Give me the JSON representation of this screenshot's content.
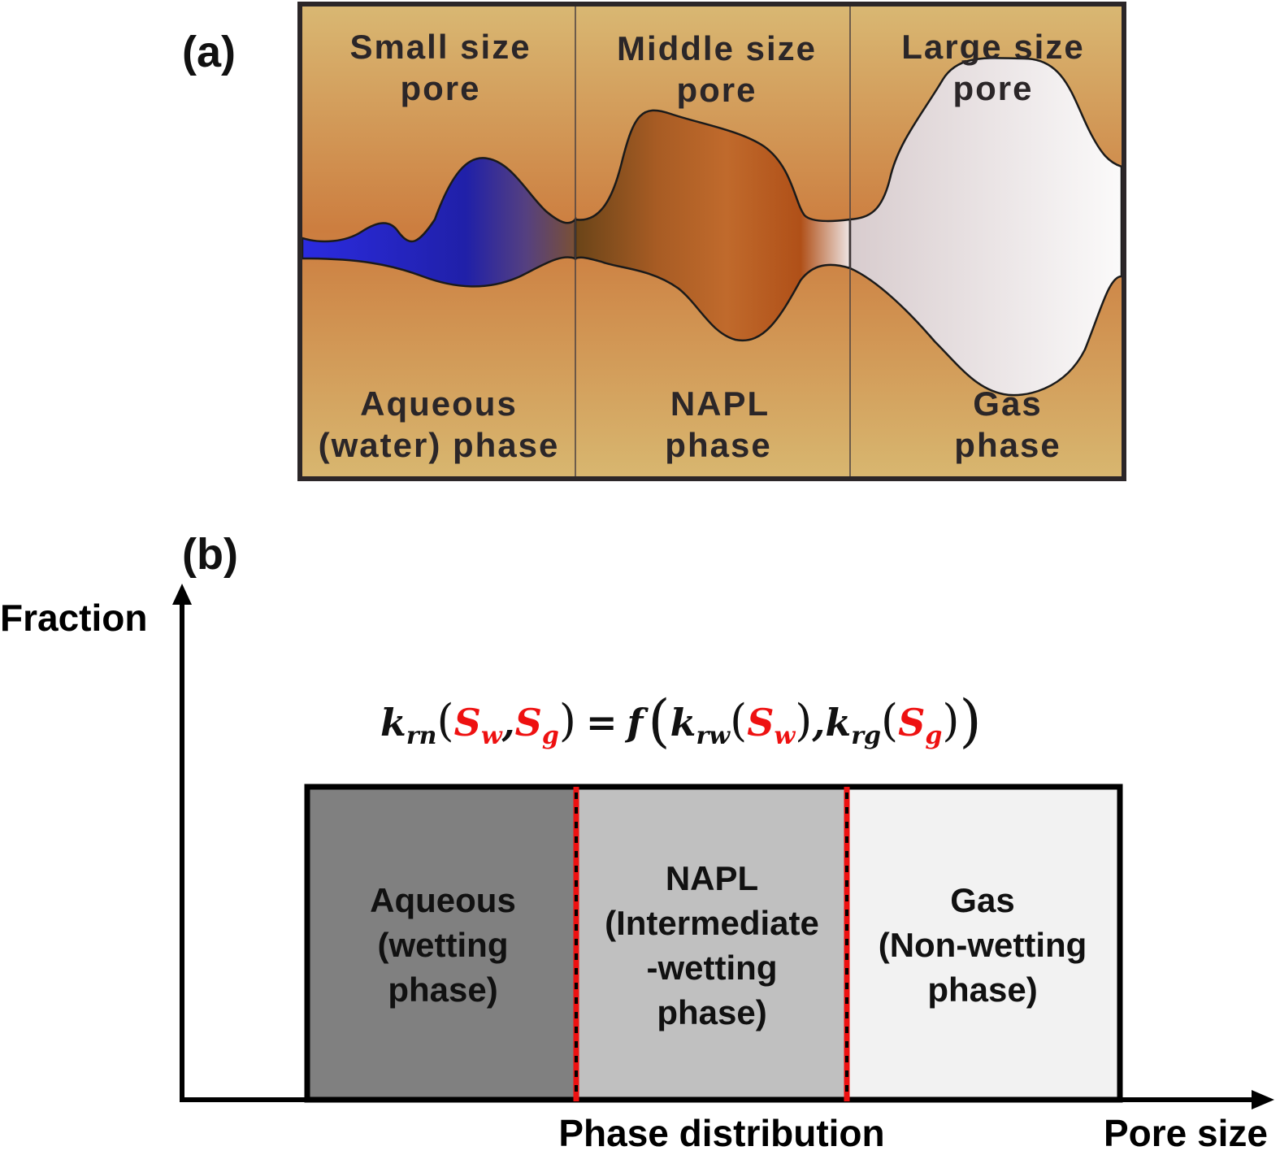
{
  "panel_a": {
    "label": "(a)",
    "columns": [
      {
        "top_lines": [
          "Small size",
          "pore"
        ],
        "bottom_lines": [
          "Aqueous",
          "(water) phase"
        ]
      },
      {
        "top_lines": [
          "Middle size",
          "pore"
        ],
        "bottom_lines": [
          "NAPL",
          "phase"
        ]
      },
      {
        "top_lines": [
          "Large size",
          "pore"
        ],
        "bottom_lines": [
          "Gas",
          "phase"
        ]
      }
    ],
    "colors": {
      "background_top": "#d9b873",
      "background_mid": "#cc7d3f",
      "water": "#2b2bd9",
      "napl": "#b8622a",
      "gas": "#f2eeee"
    }
  },
  "panel_b": {
    "label": "(b)",
    "y_axis_label": "Fraction",
    "x_axis_label": "Pore size",
    "x_caption": "Phase distribution",
    "equation": {
      "lhs_k": "k",
      "lhs_sub": "rn",
      "arg1": "S",
      "arg1_sub": "w",
      "arg2": "S",
      "arg2_sub": "g",
      "equals": "=",
      "func": "f",
      "k1": "k",
      "k1_sub": "rw",
      "k1_arg": "S",
      "k1_arg_sub": "w",
      "k2": "k",
      "k2_sub": "rg",
      "k2_arg": "S",
      "k2_arg_sub": "g",
      "highlight_color": "#ee1111"
    },
    "phases": [
      {
        "lines": [
          "Aqueous",
          "(wetting",
          "phase)"
        ],
        "color": "#808080"
      },
      {
        "lines": [
          "NAPL",
          "(Intermediate",
          "-wetting",
          "phase)"
        ],
        "color": "#c0c0c0"
      },
      {
        "lines": [
          "Gas",
          "(Non-wetting",
          "phase)"
        ],
        "color": "#f2f2f2"
      }
    ],
    "boundary_color": "#ee1111"
  }
}
